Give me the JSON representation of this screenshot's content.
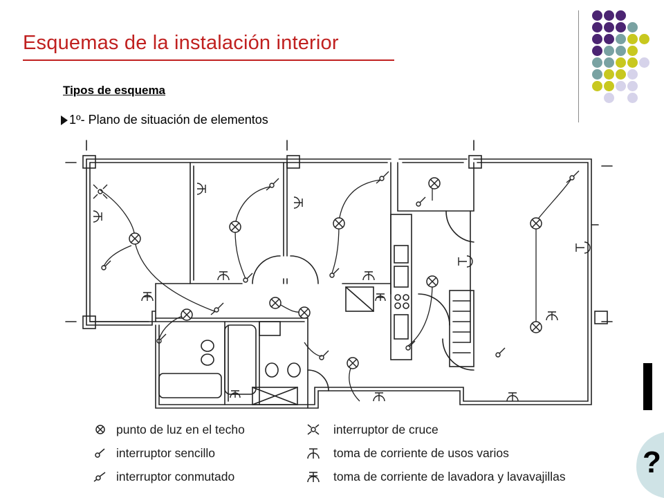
{
  "slide": {
    "title": "Esquemas de la instalación interior",
    "subtitle": "Tipos de esquema",
    "bullet": "1º- Plano de situación de elementos"
  },
  "colors": {
    "title": "#c0201f",
    "purple": "#4b2472",
    "teal": "#79a2a2",
    "olive": "#c8c81f",
    "lavender": "#d6d3ea"
  },
  "legend": [
    {
      "icon": "ceiling-light-icon",
      "label": "punto de luz en el techo"
    },
    {
      "icon": "simple-switch-icon",
      "label": "interruptor sencillo"
    },
    {
      "icon": "commuted-switch-icon",
      "label": "interruptor conmutado"
    },
    {
      "icon": "cross-switch-icon",
      "label": "interruptor de cruce"
    },
    {
      "icon": "general-socket-icon",
      "label": "toma de corriente de usos varios"
    },
    {
      "icon": "appliance-socket-icon",
      "label": "toma de corriente de lavadora y lavavajillas"
    }
  ]
}
